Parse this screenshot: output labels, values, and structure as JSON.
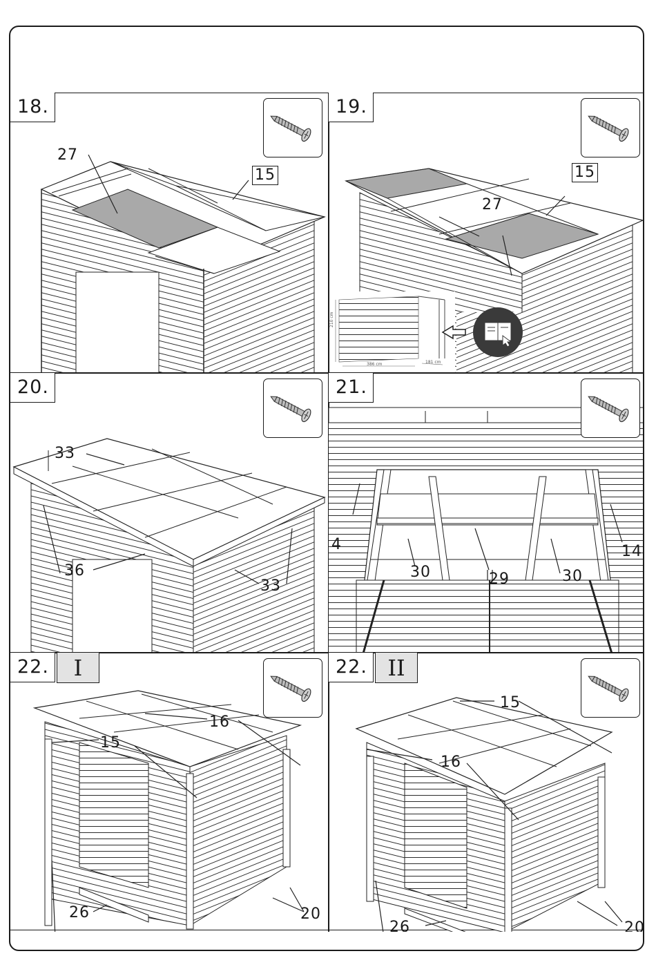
{
  "panels": [
    {
      "step": "18.",
      "callouts": [
        "27",
        "15"
      ]
    },
    {
      "step": "19.",
      "callouts": [
        "15",
        "27"
      ],
      "inset": {
        "height": "210 cm",
        "width": "386 cm",
        "depth": "181 cm"
      }
    },
    {
      "step": "20.",
      "callouts": [
        "33",
        "36",
        "33"
      ]
    },
    {
      "step": "21.",
      "callouts": [
        "4",
        "14",
        "30",
        "29",
        "30"
      ]
    },
    {
      "step": "22.",
      "variant": "I",
      "callouts": [
        "16",
        "15",
        "26",
        "20",
        "20"
      ]
    },
    {
      "step": "22.",
      "variant": "II",
      "callouts": [
        "15",
        "16",
        "26",
        "20",
        "20"
      ]
    }
  ],
  "icons": {
    "screw": "screw-icon",
    "manual": "manual-icon",
    "arrow": "arrow-left-icon"
  }
}
